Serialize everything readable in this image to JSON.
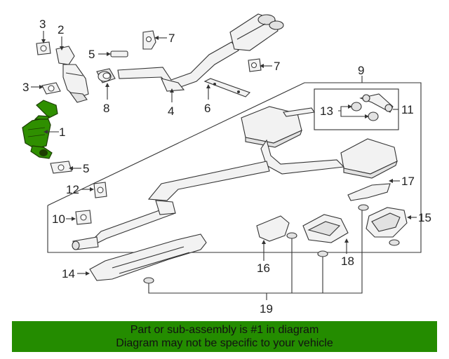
{
  "callouts": [
    "1",
    "2",
    "3",
    "3",
    "4",
    "5",
    "5",
    "6",
    "7",
    "7",
    "8",
    "9",
    "10",
    "11",
    "12",
    "13",
    "14",
    "15",
    "16",
    "17",
    "18",
    "19"
  ],
  "banner": {
    "line1": "Part or sub-assembly is #1 in diagram",
    "line2": "Diagram may not be specific to your vehicle"
  },
  "colors": {
    "highlight": "#2f8f00",
    "banner": "#248c00"
  }
}
